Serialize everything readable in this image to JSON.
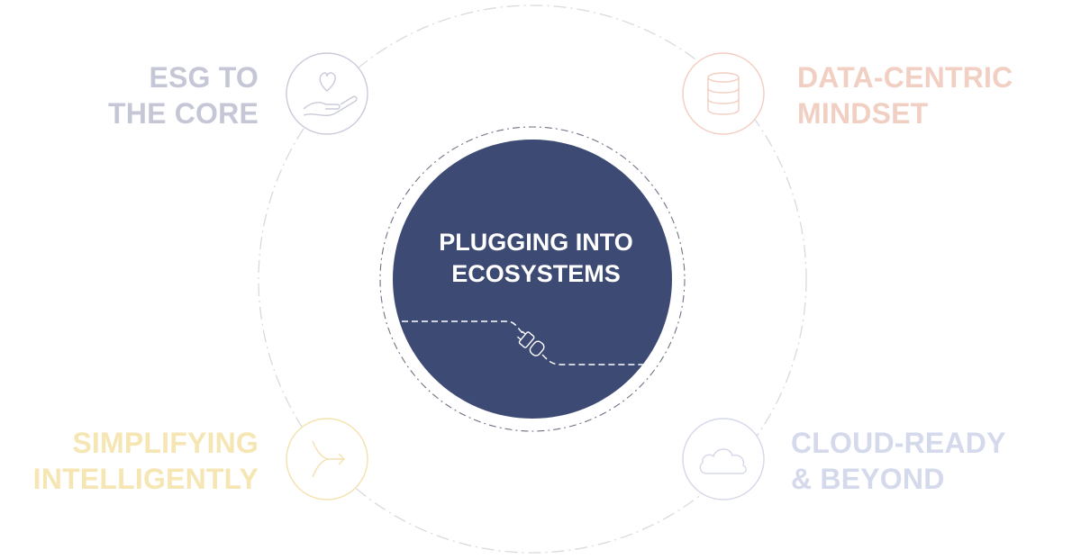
{
  "center": {
    "line1": "PLUGGING INTO",
    "line2": "ECOSYSTEMS",
    "fill": "#3d4a74",
    "icon": "plug-connector-icon"
  },
  "pillars": [
    {
      "id": "esg",
      "line1": "ESG TO",
      "line2": "THE CORE",
      "color": "#c5c7d6",
      "icon": "hand-heart-icon"
    },
    {
      "id": "data",
      "line1": "DATA-CENTRIC",
      "line2": "MINDSET",
      "color": "#f1cfc3",
      "icon": "database-icon"
    },
    {
      "id": "simplify",
      "line1": "SIMPLIFYING",
      "line2": "INTELLIGENTLY",
      "color": "#f5e6b3",
      "icon": "merge-arrow-icon"
    },
    {
      "id": "cloud",
      "line1": "CLOUD-READY",
      "line2": "& BEYOND",
      "color": "#d5d9ec",
      "icon": "cloud-icon"
    }
  ]
}
